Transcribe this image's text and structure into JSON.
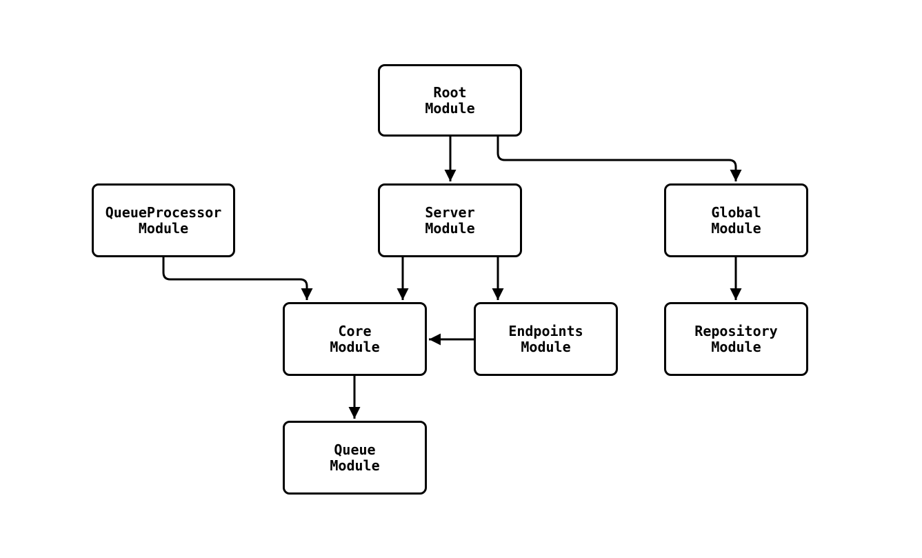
{
  "diagram": {
    "type": "module-dependency-flowchart",
    "background_color": "#ffffff",
    "node_fill_color": "#ffffff",
    "node_border_color": "#000000",
    "edge_color": "#000000",
    "nodes": {
      "root": {
        "label": "Root\nModule"
      },
      "queueprocessor": {
        "label": "QueueProcessor\nModule"
      },
      "server": {
        "label": "Server\nModule"
      },
      "global": {
        "label": "Global\nModule"
      },
      "core": {
        "label": "Core\nModule"
      },
      "endpoints": {
        "label": "Endpoints\nModule"
      },
      "repository": {
        "label": "Repository\nModule"
      },
      "queue": {
        "label": "Queue\nModule"
      }
    },
    "edges": [
      {
        "from": "Root Module",
        "to": "Server Module"
      },
      {
        "from": "Root Module",
        "to": "Global Module"
      },
      {
        "from": "QueueProcessor Module",
        "to": "Core Module"
      },
      {
        "from": "Server Module",
        "to": "Core Module"
      },
      {
        "from": "Server Module",
        "to": "Endpoints Module"
      },
      {
        "from": "Endpoints Module",
        "to": "Core Module"
      },
      {
        "from": "Global Module",
        "to": "Repository Module"
      },
      {
        "from": "Core Module",
        "to": "Queue Module"
      }
    ]
  }
}
